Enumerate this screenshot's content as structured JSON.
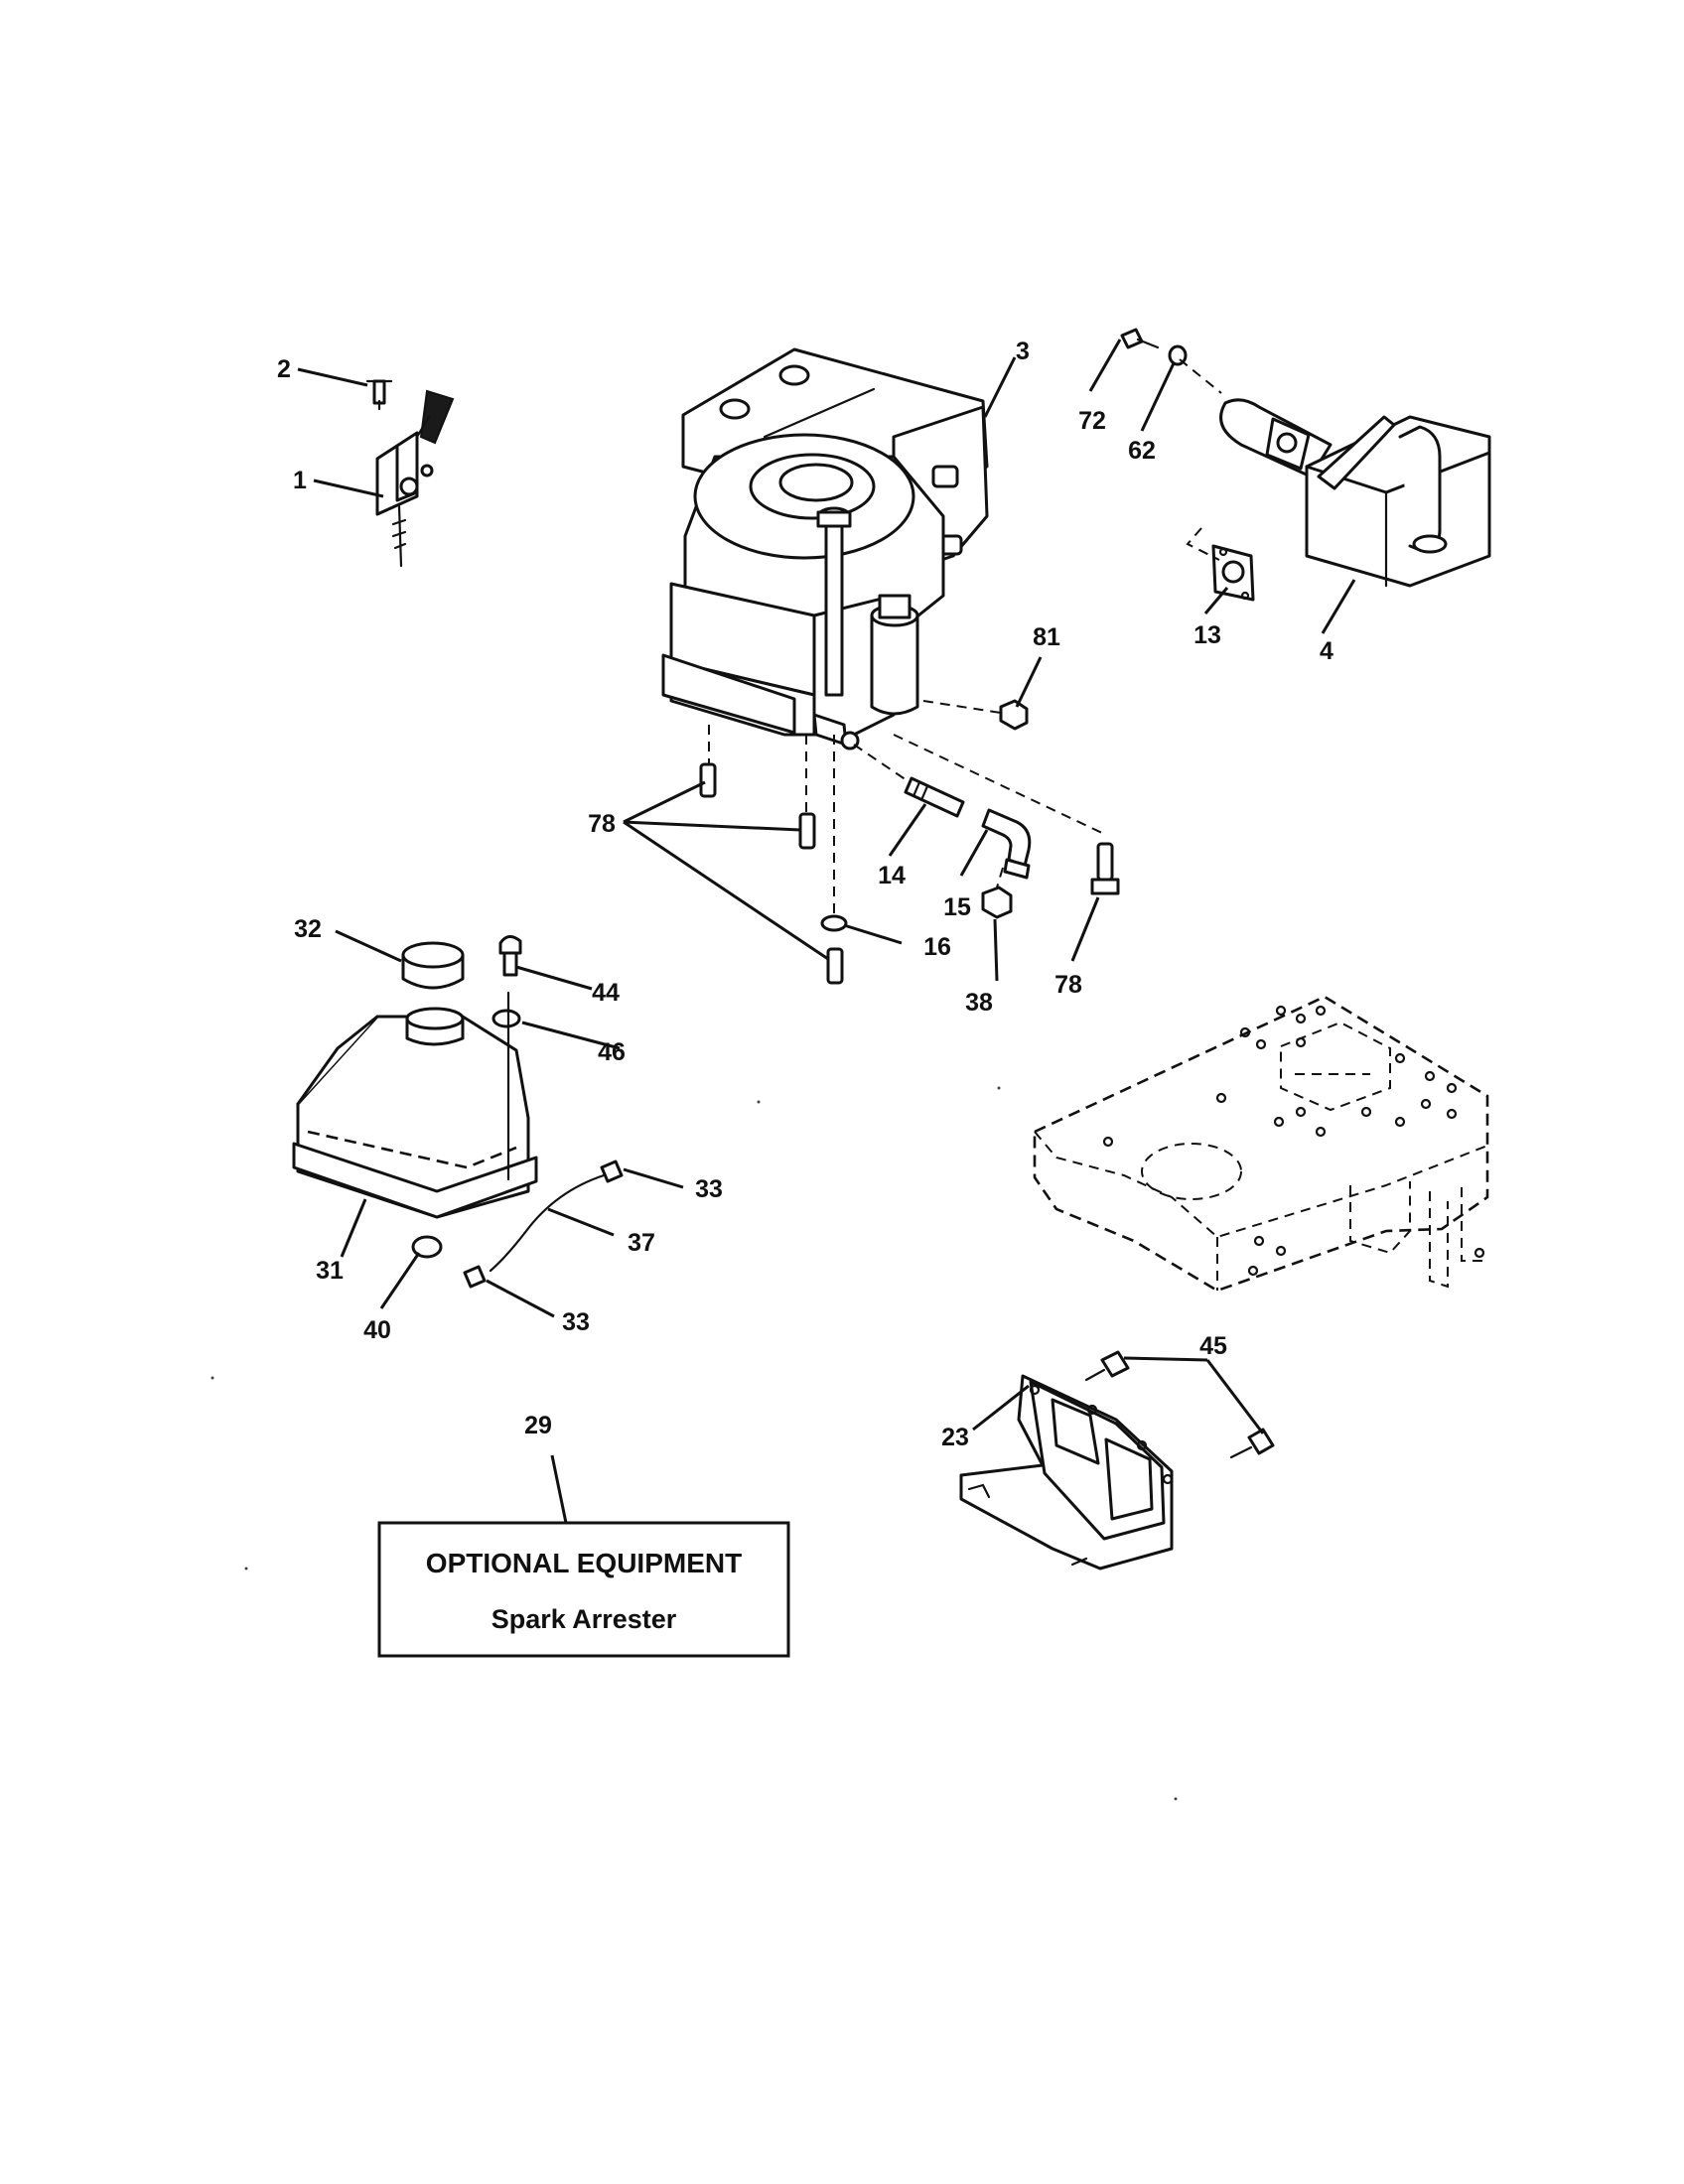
{
  "callouts": {
    "c1": "1",
    "c2": "2",
    "c3": "3",
    "c4": "4",
    "c13": "13",
    "c14": "14",
    "c15": "15",
    "c16": "16",
    "c23": "23",
    "c29": "29",
    "c31": "31",
    "c32": "32",
    "c33a": "33",
    "c33b": "33",
    "c37": "37",
    "c38": "38",
    "c40": "40",
    "c44": "44",
    "c45": "45",
    "c46": "46",
    "c62": "62",
    "c72": "72",
    "c78a": "78",
    "c78b": "78",
    "c81": "81"
  },
  "optional_box": {
    "title": "OPTIONAL EQUIPMENT",
    "subtitle": "Spark Arrester"
  }
}
